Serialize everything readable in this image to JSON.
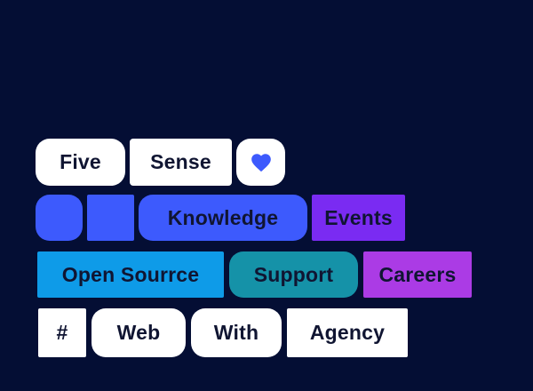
{
  "colors": {
    "background": "#040e34",
    "royal-blue": "#3d5afd",
    "purple": "#7a2bf2",
    "sky-blue": "#0e9be8",
    "teal": "#1592a8",
    "magenta": "#ab3be5",
    "white": "#ffffff",
    "text-dark": "#101532"
  },
  "icons": {
    "favorite": "heart-icon"
  },
  "rows": [
    {
      "buttons": [
        {
          "label": "Five"
        },
        {
          "label": "Sense"
        },
        {
          "label": ""
        }
      ]
    },
    {
      "buttons": [
        {
          "label": ""
        },
        {
          "label": ""
        },
        {
          "label": "Knowledge"
        },
        {
          "label": "Events"
        }
      ]
    },
    {
      "buttons": [
        {
          "label": "Open Sourrce"
        },
        {
          "label": "Support"
        },
        {
          "label": "Careers"
        }
      ]
    },
    {
      "buttons": [
        {
          "label": "#"
        },
        {
          "label": "Web"
        },
        {
          "label": "With"
        },
        {
          "label": "Agency"
        }
      ]
    }
  ]
}
